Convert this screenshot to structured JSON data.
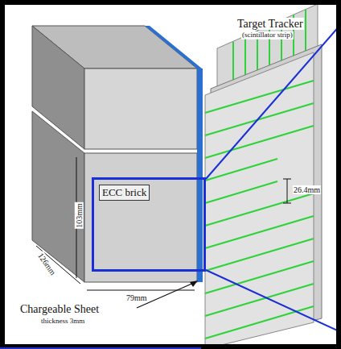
{
  "diagram": {
    "nodes": [
      {
        "text": [
          "ECC brick"
        ]
      }
    ],
    "labels": [
      "Target Tracker",
      "(scintillator strip)",
      "26.4mm",
      "103mm",
      "126mm",
      "79mm",
      "Chargeable Sheet",
      "thickness 3mm"
    ]
  }
}
